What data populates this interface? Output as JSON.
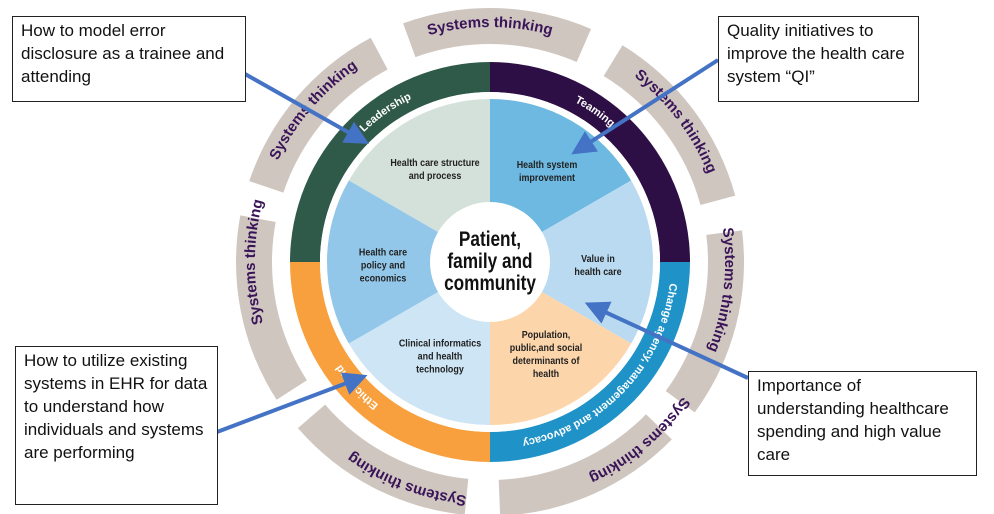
{
  "diagram": {
    "center": "Patient, family and community",
    "wedges": [
      {
        "label": "Health care structure and process",
        "color": "#d4e0da"
      },
      {
        "label": "Health system improvement",
        "color": "#6db9e1"
      },
      {
        "label": "Value in health care",
        "color": "#b9daf0"
      },
      {
        "label": "Population, public,and social determinants of health",
        "color": "#fdd5aa"
      },
      {
        "label": "Clinical informatics and health technology",
        "color": "#cde5f5"
      },
      {
        "label": "Health care policy and economics",
        "color": "#92c7e9"
      }
    ],
    "ring": [
      {
        "label": "Leadership",
        "color": "#2f5a4a"
      },
      {
        "label": "Teaming",
        "color": "#2d0f45"
      },
      {
        "label": "Change agency, management and advocacy",
        "color": "#1f93c8"
      },
      {
        "label": "Ethics and",
        "color": "#f8a03e"
      }
    ],
    "outer_label": "Systems thinking",
    "outer_color": "#cfc6bf",
    "outer_text_color": "#3a1458"
  },
  "callouts": {
    "top_left": "How to model error disclosure as a trainee and attending",
    "top_right": "Quality initiatives to improve the health care system “QI”",
    "bottom_left": "How to utilize existing systems in EHR for data to understand how individuals and systems are performing",
    "bottom_right": "Importance of understanding healthcare spending and high value care",
    "arrow_color": "#4472c4"
  }
}
